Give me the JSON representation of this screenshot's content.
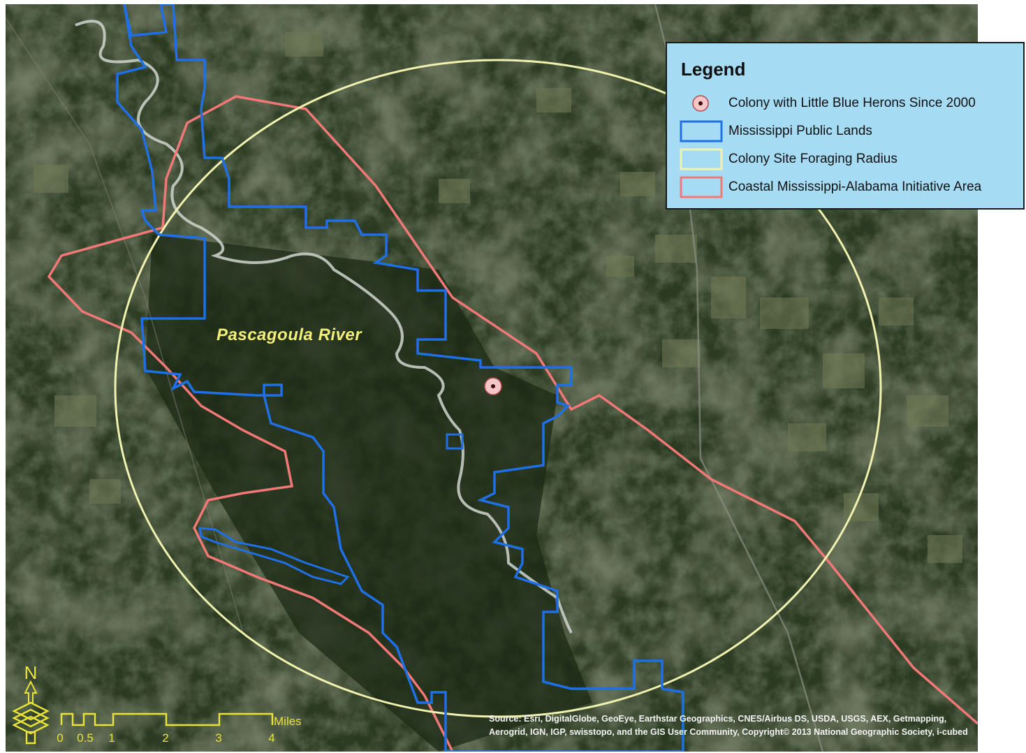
{
  "legend": {
    "title": "Legend",
    "items": [
      {
        "label": "Colony with Little Blue Herons Since 2000",
        "symbol": "colony-point",
        "color": "#e8898c"
      },
      {
        "label": "Mississippi Public Lands",
        "symbol": "outline",
        "color": "#1f6fe6"
      },
      {
        "label": "Colony Site Foraging Radius",
        "symbol": "outline",
        "color": "#f2f2b0"
      },
      {
        "label": "Coastal Mississippi-Alabama Initiative Area",
        "symbol": "outline",
        "color": "#f27878"
      }
    ]
  },
  "map": {
    "river_label": "Pascagoula River",
    "north_label": "N",
    "scale_bar": {
      "unit": "Miles",
      "ticks": [
        "0",
        "0.5",
        "1",
        "2",
        "3",
        "4"
      ]
    },
    "credits": "Source: Esri, DigitalGlobe, GeoEye, Earthstar Geographics, CNES/Airbus DS, USDA, USGS, AEX, Getmapping, Aerogrid, IGN, IGP, swisstopo, and the GIS User Community, Copyright© 2013 National Geographic Society, i-cubed",
    "colors": {
      "public_lands": "#1f6fe6",
      "foraging_radius": "#f2f2b0",
      "initiative_area": "#f27878",
      "colony": "#f5c6c8",
      "map_text": "#f2ee7a"
    }
  }
}
